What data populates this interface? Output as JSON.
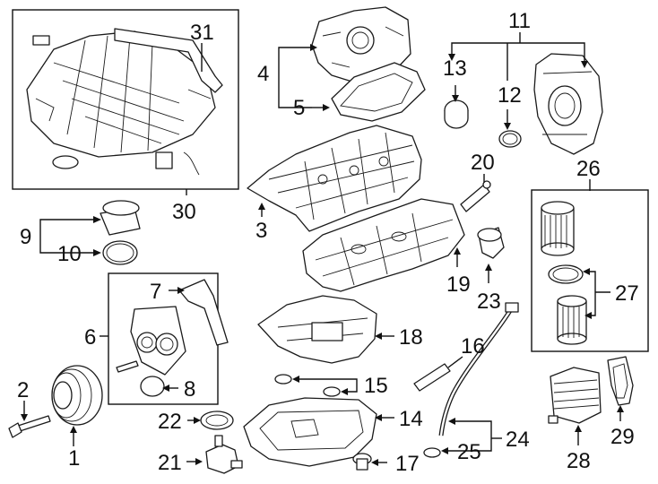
{
  "callouts": {
    "c1": "1",
    "c2": "2",
    "c3": "3",
    "c4": "4",
    "c5": "5",
    "c6": "6",
    "c7": "7",
    "c8": "8",
    "c9": "9",
    "c10": "10",
    "c11": "11",
    "c12": "12",
    "c13": "13",
    "c14": "14",
    "c15": "15",
    "c16": "16",
    "c17": "17",
    "c18": "18",
    "c19": "19",
    "c20": "20",
    "c21": "21",
    "c22": "22",
    "c23": "23",
    "c24": "24",
    "c25": "25",
    "c26": "26",
    "c27": "27",
    "c28": "28",
    "c29": "29",
    "c30": "30",
    "c31": "31"
  },
  "colors": {
    "line": "#111111",
    "background": "#ffffff",
    "part_fill": "#f2f2f2"
  }
}
